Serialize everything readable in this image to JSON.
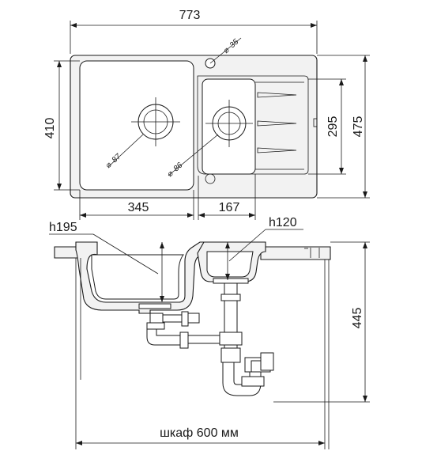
{
  "dimensions": {
    "overall_width": "773",
    "overall_depth": "475",
    "bowl_depth_inner": "410",
    "small_bowl_depth": "295",
    "large_bowl_width": "345",
    "small_bowl_width": "167",
    "tap_hole_diameter": "35",
    "large_drain_diameter": "87",
    "small_drain_diameter": "86",
    "large_bowl_height": "h195",
    "small_bowl_height": "h120",
    "total_height": "445",
    "cabinet": "шкаф 600 мм"
  },
  "symbols": {
    "diameter": "⌀"
  }
}
